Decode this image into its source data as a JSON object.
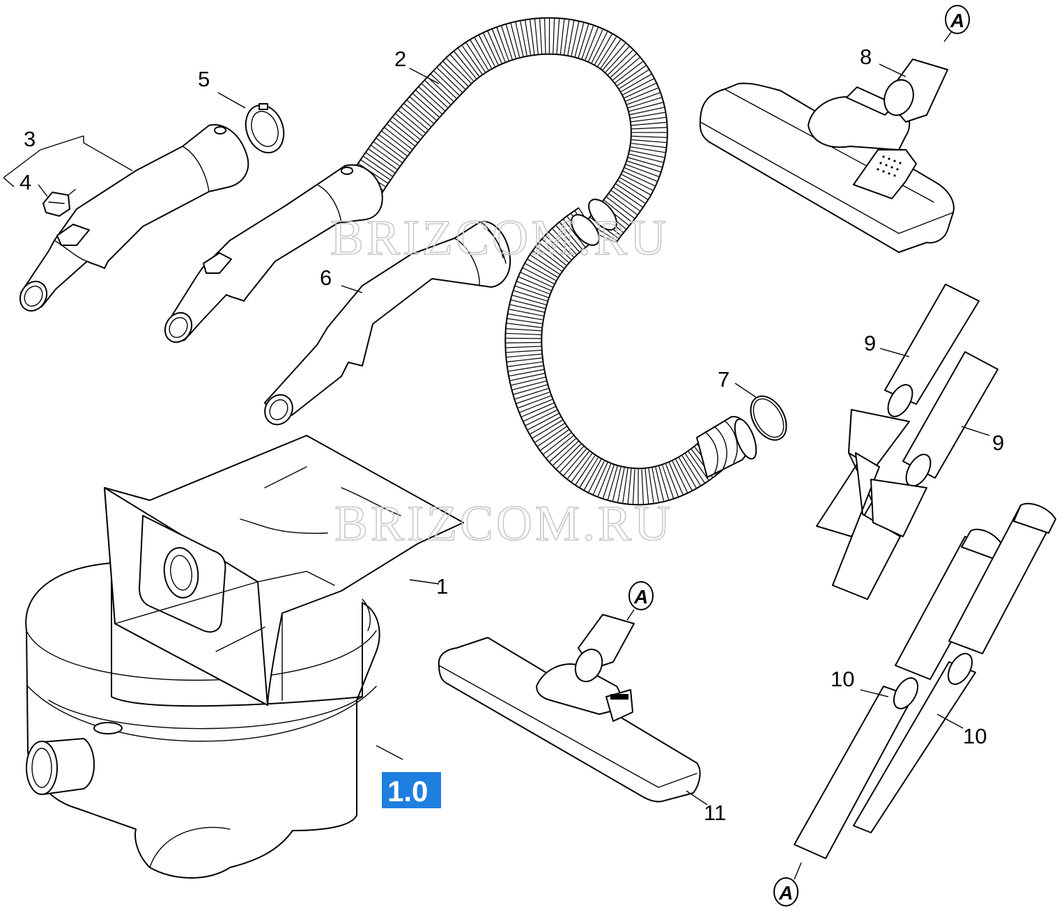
{
  "diagram": {
    "section_badge": "1.0",
    "watermark": "BRIZCOM.RU",
    "reference_letter": "A",
    "part_labels": [
      "1",
      "2",
      "3",
      "4",
      "5",
      "6",
      "7",
      "8",
      "9",
      "9",
      "10",
      "10",
      "11"
    ],
    "badge_color": "#1e7fe0"
  }
}
